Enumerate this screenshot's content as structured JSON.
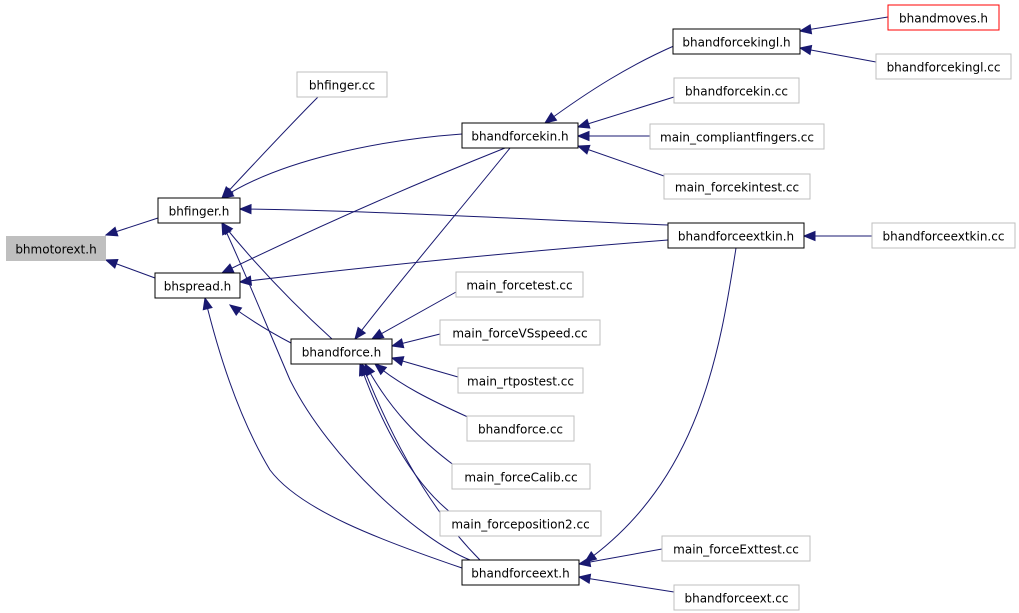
{
  "diagram": {
    "nodes": [
      {
        "id": "bhmotorext_h",
        "label": "bhmotorext.h",
        "style": "root"
      },
      {
        "id": "bhfinger_h",
        "label": "bhfinger.h",
        "style": "solid"
      },
      {
        "id": "bhspread_h",
        "label": "bhspread.h",
        "style": "solid"
      },
      {
        "id": "bhfinger_cc",
        "label": "bhfinger.cc",
        "style": "light"
      },
      {
        "id": "bhandforcekin_h",
        "label": "bhandforcekin.h",
        "style": "solid"
      },
      {
        "id": "bhandforcekingl_h",
        "label": "bhandforcekingl.h",
        "style": "solid"
      },
      {
        "id": "bhandmoves_h",
        "label": "bhandmoves.h",
        "style": "red"
      },
      {
        "id": "bhandforcekingl_cc",
        "label": "bhandforcekingl.cc",
        "style": "light"
      },
      {
        "id": "bhandforcekin_cc",
        "label": "bhandforcekin.cc",
        "style": "light"
      },
      {
        "id": "main_compliantfingers_cc",
        "label": "main_compliantfingers.cc",
        "style": "light"
      },
      {
        "id": "main_forcekintest_cc",
        "label": "main_forcekintest.cc",
        "style": "light"
      },
      {
        "id": "bhandforceextkin_h",
        "label": "bhandforceextkin.h",
        "style": "solid"
      },
      {
        "id": "bhandforceextkin_cc",
        "label": "bhandforceextkin.cc",
        "style": "light"
      },
      {
        "id": "bhandforce_h",
        "label": "bhandforce.h",
        "style": "solid"
      },
      {
        "id": "main_forcetest_cc",
        "label": "main_forcetest.cc",
        "style": "light"
      },
      {
        "id": "main_forceVSspeed_cc",
        "label": "main_forceVSspeed.cc",
        "style": "light"
      },
      {
        "id": "main_rtpostest_cc",
        "label": "main_rtpostest.cc",
        "style": "light"
      },
      {
        "id": "bhandforce_cc",
        "label": "bhandforce.cc",
        "style": "light"
      },
      {
        "id": "main_forceCalib_cc",
        "label": "main_forceCalib.cc",
        "style": "light"
      },
      {
        "id": "main_forceposition2_cc",
        "label": "main_forceposition2.cc",
        "style": "light"
      },
      {
        "id": "bhandforceext_h",
        "label": "bhandforceext.h",
        "style": "solid"
      },
      {
        "id": "main_forceExttest_cc",
        "label": "main_forceExttest.cc",
        "style": "light"
      },
      {
        "id": "bhandforceext_cc",
        "label": "bhandforceext.cc",
        "style": "light"
      }
    ],
    "edges": [
      {
        "from": "bhfinger_h",
        "to": "bhmotorext_h"
      },
      {
        "from": "bhspread_h",
        "to": "bhmotorext_h"
      },
      {
        "from": "bhfinger_cc",
        "to": "bhfinger_h"
      },
      {
        "from": "bhandforcekin_h",
        "to": "bhfinger_h"
      },
      {
        "from": "bhandforceextkin_h",
        "to": "bhfinger_h"
      },
      {
        "from": "bhandforce_h",
        "to": "bhfinger_h"
      },
      {
        "from": "bhandforceext_h",
        "to": "bhfinger_h"
      },
      {
        "from": "bhandforcekin_h",
        "to": "bhspread_h"
      },
      {
        "from": "bhandforceextkin_h",
        "to": "bhspread_h"
      },
      {
        "from": "bhandforce_h",
        "to": "bhspread_h"
      },
      {
        "from": "bhandforceext_h",
        "to": "bhspread_h"
      },
      {
        "from": "bhandforcekingl_h",
        "to": "bhandforcekin_h"
      },
      {
        "from": "bhandforcekin_cc",
        "to": "bhandforcekin_h"
      },
      {
        "from": "main_compliantfingers_cc",
        "to": "bhandforcekin_h"
      },
      {
        "from": "main_forcekintest_cc",
        "to": "bhandforcekin_h"
      },
      {
        "from": "bhandmoves_h",
        "to": "bhandforcekingl_h"
      },
      {
        "from": "bhandforcekingl_cc",
        "to": "bhandforcekingl_h"
      },
      {
        "from": "bhandforceextkin_cc",
        "to": "bhandforceextkin_h"
      },
      {
        "from": "bhandforcekin_h",
        "to": "bhandforce_h"
      },
      {
        "from": "main_forcetest_cc",
        "to": "bhandforce_h"
      },
      {
        "from": "main_forceVSspeed_cc",
        "to": "bhandforce_h"
      },
      {
        "from": "main_rtpostest_cc",
        "to": "bhandforce_h"
      },
      {
        "from": "bhandforce_cc",
        "to": "bhandforce_h"
      },
      {
        "from": "main_forceCalib_cc",
        "to": "bhandforce_h"
      },
      {
        "from": "main_forceposition2_cc",
        "to": "bhandforce_h"
      },
      {
        "from": "bhandforceext_h",
        "to": "bhandforce_h"
      },
      {
        "from": "bhandforceextkin_h",
        "to": "bhandforceext_h"
      },
      {
        "from": "main_forceExttest_cc",
        "to": "bhandforceext_h"
      },
      {
        "from": "bhandforceext_cc",
        "to": "bhandforceext_h"
      }
    ],
    "colors": {
      "edge": "#191970",
      "root_fill": "#bfbfbf",
      "solid_border": "#000000",
      "light_border": "#bfbfbf",
      "red_border": "#ff0000"
    }
  }
}
